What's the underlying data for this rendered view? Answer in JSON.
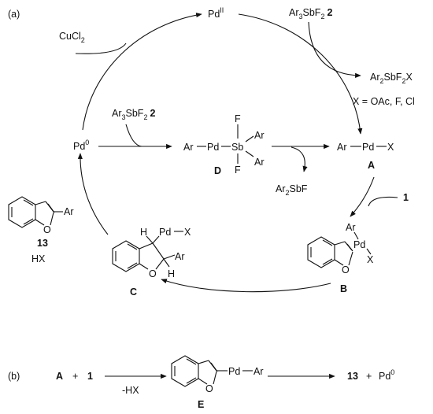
{
  "panel_a": {
    "label": "(a)",
    "pd_ii": {
      "main": "Pd",
      "sup": "II"
    },
    "pd_0": {
      "main": "Pd",
      "sup": "0"
    },
    "cucl2": {
      "main": "CuCl",
      "sub": "2"
    },
    "reagent_top": {
      "p1": "Ar",
      "s1": "3",
      "p2": "SbF",
      "s2": "2",
      "num": "2"
    },
    "reagent_left": {
      "p1": "Ar",
      "s1": "3",
      "p2": "SbF",
      "s2": "2",
      "num": "2"
    },
    "byproduct_top": {
      "p1": "Ar",
      "s1": "2",
      "p2": "SbF",
      "s2": "2",
      "p3": "X"
    },
    "x_note": "X = OAc, F, Cl",
    "byproduct_mid": {
      "p1": "Ar",
      "s1": "2",
      "p2": "SbF"
    },
    "complex_d": {
      "ar": "Ar",
      "pd": "Pd",
      "sb": "Sb",
      "f_top": "F",
      "f_bottom": "F",
      "ar_up": "Ar",
      "ar_down": "Ar",
      "label": "D"
    },
    "complex_a": {
      "ar": "Ar",
      "pd": "Pd",
      "x": "X",
      "label": "A"
    },
    "substrate_num": "1",
    "complex_b": {
      "ar": "Ar",
      "pd": "Pd",
      "x": "X",
      "o": "O",
      "label": "B"
    },
    "complex_c": {
      "h1": "H",
      "pd": "Pd",
      "x": "X",
      "ar": "Ar",
      "h2": "H",
      "o": "O",
      "label": "C"
    },
    "product": {
      "ar": "Ar",
      "o": "O",
      "num": "13",
      "hx": "HX"
    }
  },
  "panel_b": {
    "label": "(b)",
    "a": "A",
    "plus1": "+",
    "one": "1",
    "arrow_label": "-HX",
    "e": {
      "pd": "Pd",
      "ar": "Ar",
      "o": "O",
      "label": "E"
    },
    "thirteen": "13",
    "plus2": "+",
    "pd0": {
      "main": "Pd",
      "sup": "0"
    }
  }
}
